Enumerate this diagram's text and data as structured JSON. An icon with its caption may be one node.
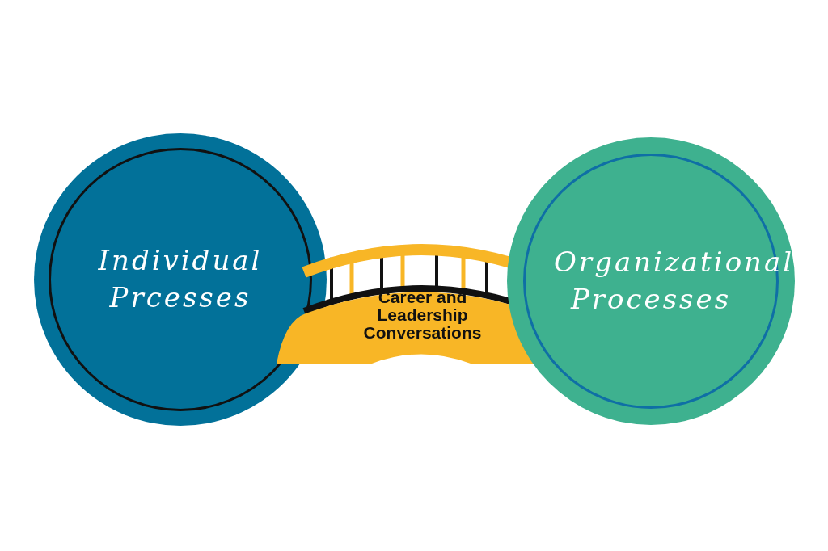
{
  "diagram": {
    "nodes": [
      {
        "text": [
          "Individual Prcesses"
        ]
      },
      {
        "text": [
          "Career and Leadership Conversations"
        ]
      },
      {
        "text": [
          "Organizational Processes"
        ]
      }
    ],
    "edges": []
  }
}
